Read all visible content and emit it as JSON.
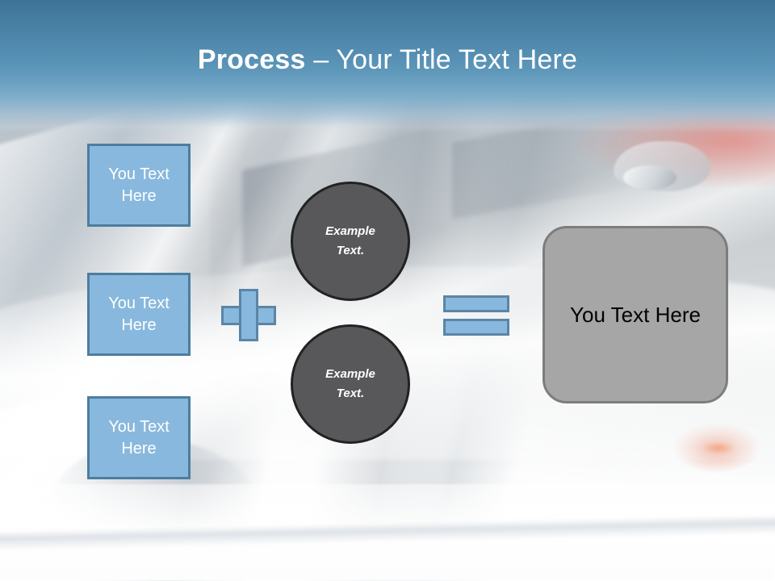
{
  "slide": {
    "title_accent": "Process",
    "title_separator": " – ",
    "title_rest": "Your Title Text Here",
    "background_description": "faded photograph of parked cars"
  },
  "colors": {
    "header_blue_dark": "#3e7396",
    "header_blue_light": "#7cacc9",
    "box_fill_blue": "#88b8dd",
    "box_border_blue": "#4d7d9e",
    "operator_border_blue": "#5b85a6",
    "circle_fill_gray": "#58585a",
    "circle_border": "#222222",
    "result_fill_gray": "#a6a6a6",
    "result_border_gray": "#7d7d7d",
    "title_text": "#ffffff",
    "result_text": "#000000"
  },
  "inputs": [
    {
      "label": "You Text Here"
    },
    {
      "label": "You Text Here"
    },
    {
      "label": "You Text Here"
    }
  ],
  "operators": {
    "plus": "+",
    "equals": "="
  },
  "circles": [
    {
      "line1": "Example",
      "line2": "Text."
    },
    {
      "line1": "Example",
      "line2": "Text."
    }
  ],
  "result": {
    "label": "You Text Here"
  }
}
